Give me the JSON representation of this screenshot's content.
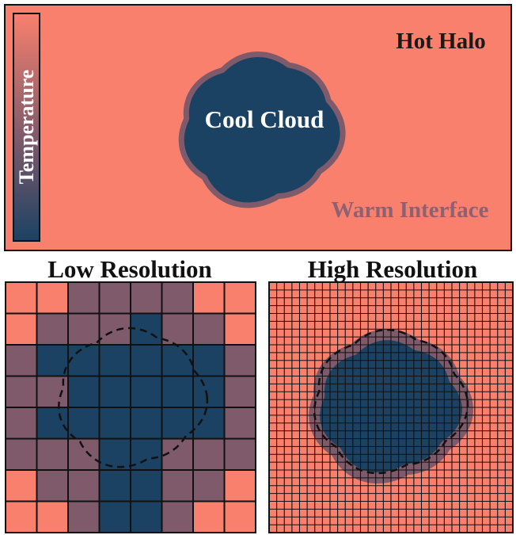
{
  "colors": {
    "hot": "#F9806D",
    "cool": "#1B4263",
    "warm": "#7E5A6A",
    "outline": "#111111"
  },
  "top_panel": {
    "hot_label": "Hot Halo",
    "cool_label": "Cool Cloud",
    "warm_label": "Warm Interface",
    "colorbar_label": "Temperature"
  },
  "low_res": {
    "title": "Low Resolution",
    "grid_size": 8,
    "cells": [
      "HHWWWWHH",
      "HWWWCWWH",
      "WCCCCCCW",
      "WWCCCCCW",
      "WCCCCCCW",
      "WWWCCWWW",
      "HWWCCWWH",
      "HHWCCWHH"
    ]
  },
  "high_res": {
    "title": "High Resolution",
    "grid_size": 32
  }
}
